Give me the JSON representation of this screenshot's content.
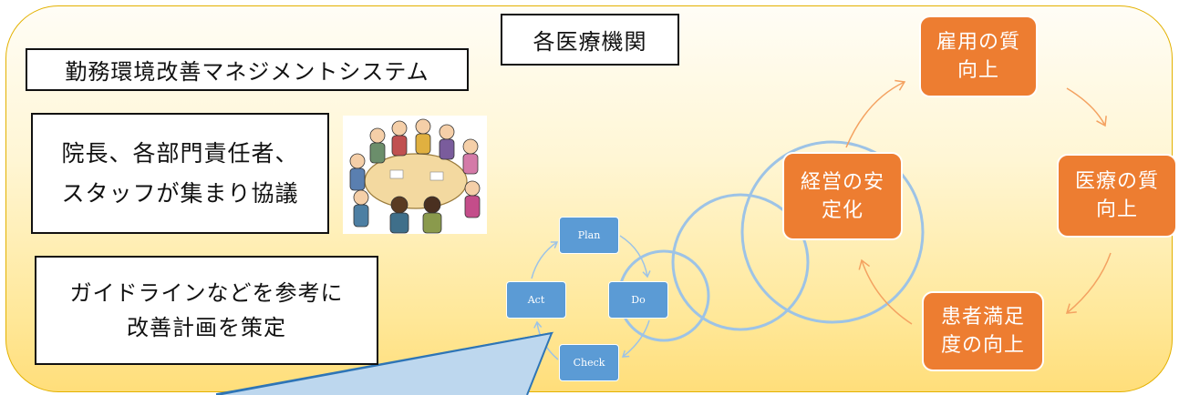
{
  "labels": {
    "management_system": "勤務環境改善マネジメントシステム",
    "each_facility": "各医療機関",
    "meeting_line1": "院長、各部門責任者、",
    "meeting_line2": "スタッフが集まり協議",
    "plan_line1": "ガイドラインなどを参考に",
    "plan_line2": "改善計画を策定"
  },
  "pdca": {
    "plan": "Plan",
    "do": "Do",
    "check": "Check",
    "act": "Act"
  },
  "outcomes": {
    "stable_line1": "経営の安",
    "stable_line2": "定化",
    "employment_line1": "雇用の質",
    "employment_line2": "向上",
    "medical_line1": "医療の質",
    "medical_line2": "向上",
    "patient_line1": "患者満足",
    "patient_line2": "度の向上"
  },
  "colors": {
    "background_top": "#fffdf6",
    "background_bottom": "#ffde7a",
    "border": "#e3b100",
    "pdca_box": "#5b9bd5",
    "outcome_box": "#ed7d31",
    "spiral": "#9dc3e6",
    "callout": "#bdd7ee"
  },
  "icons": {
    "meeting": "meeting-illustration"
  }
}
